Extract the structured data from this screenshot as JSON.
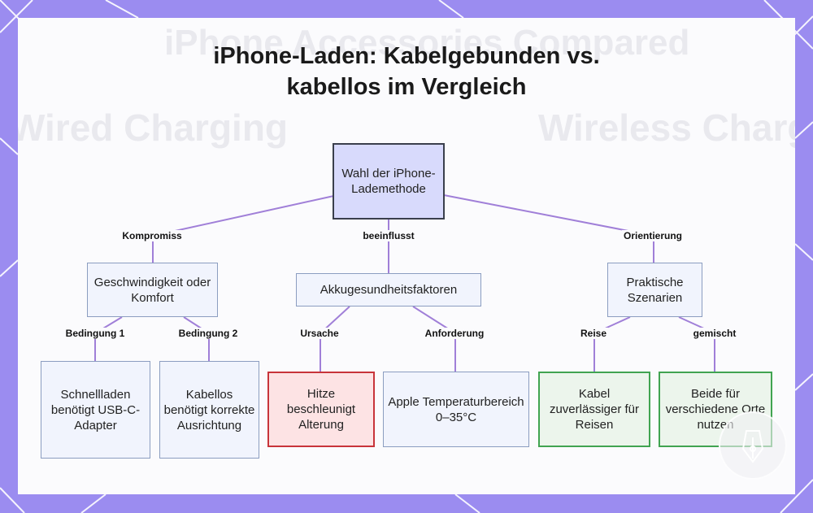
{
  "title": {
    "line1": "iPhone-Laden: Kabelgebunden vs.",
    "line2": "kabellos im Vergleich"
  },
  "nodes": {
    "root": "Wahl der iPhone-Lademethode",
    "speed": "Geschwindigkeit oder Komfort",
    "battery": "Akkugesundheitsfaktoren",
    "scenarios": "Praktische Szenarien",
    "fast_charge": "Schnellladen benötigt USB-C-Adapter",
    "wireless_align": "Kabellos benötigt korrekte Ausrichtung",
    "heat": "Hitze beschleunigt Alterung",
    "temp_range": "Apple Temperaturbereich 0–35°C",
    "travel": "Kabel zuverlässiger für Reisen",
    "both": "Beide für verschiedene Orte nutzen"
  },
  "edges": {
    "kompromiss": "Kompromiss",
    "beeinflusst": "beeinflusst",
    "orientierung": "Orientierung",
    "bedingung1": "Bedingung 1",
    "bedingung2": "Bedingung 2",
    "ursache": "Ursache",
    "anforderung": "Anforderung",
    "reise": "Reise",
    "gemischt": "gemischt"
  },
  "colors": {
    "frame": "#9b8cf0",
    "edge": "#a07fd8",
    "root_fill": "#d8dafc",
    "red_border": "#c8343a",
    "green_border": "#41a451"
  }
}
